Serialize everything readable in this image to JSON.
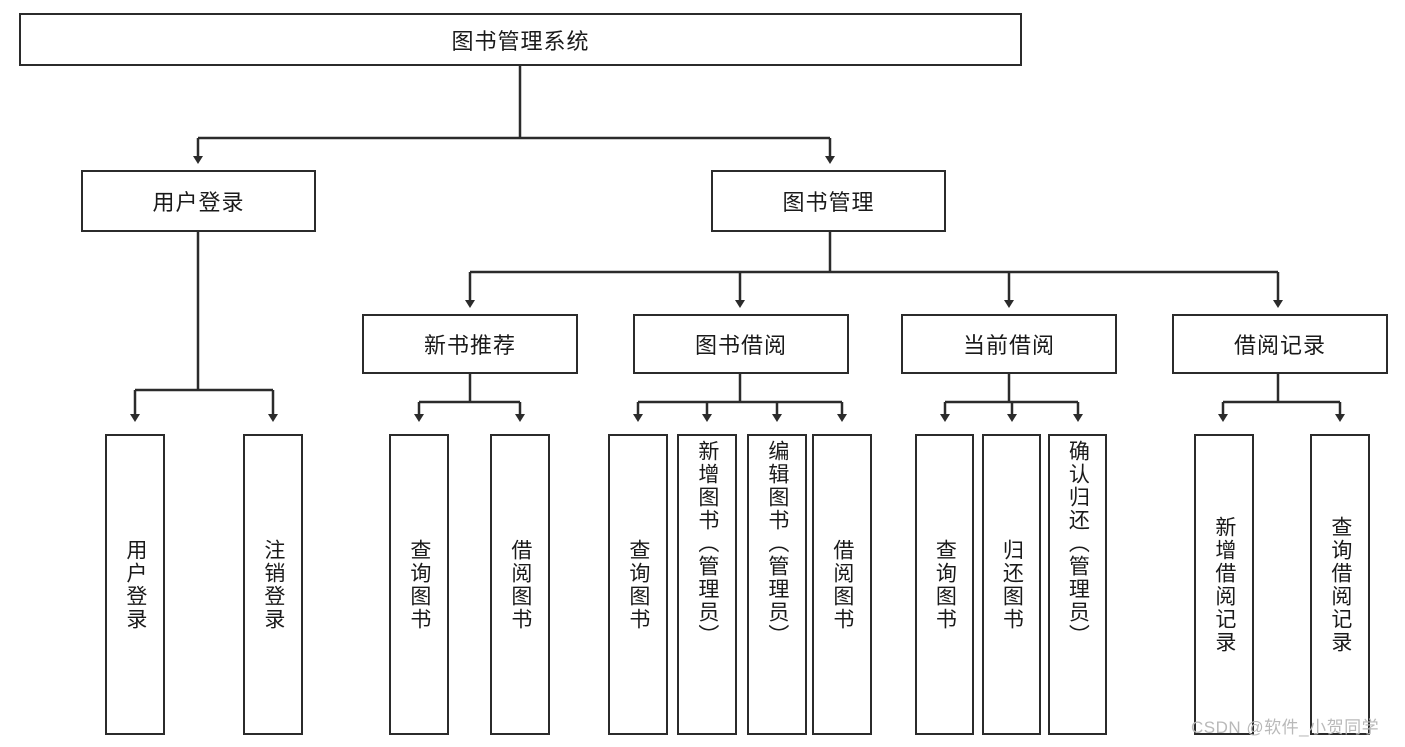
{
  "diagram": {
    "title_node": {
      "label": "图书管理系统"
    },
    "level2": [
      {
        "label": "用户登录"
      },
      {
        "label": "图书管理"
      }
    ],
    "level3": [
      {
        "label": "新书推荐"
      },
      {
        "label": "图书借阅"
      },
      {
        "label": "当前借阅"
      },
      {
        "label": "借阅记录"
      }
    ],
    "leaves": {
      "user_login": [
        {
          "label": "用户登录"
        },
        {
          "label": "注销登录"
        }
      ],
      "new_book_recommend": [
        {
          "label": "查询图书"
        },
        {
          "label": "借阅图书"
        }
      ],
      "book_borrow": [
        {
          "label": "查询图书"
        },
        {
          "label": "新增图书（管理员）"
        },
        {
          "label": "编辑图书（管理员）"
        },
        {
          "label": "借阅图书"
        }
      ],
      "current_borrow": [
        {
          "label": "查询图书"
        },
        {
          "label": "归还图书"
        },
        {
          "label": "确认归还（管理员）"
        }
      ],
      "borrow_record": [
        {
          "label": "新增借阅记录"
        },
        {
          "label": "查询借阅记录"
        }
      ]
    }
  },
  "watermark": {
    "text": "CSDN @软件_小贺同学"
  },
  "colors": {
    "stroke": "#2b2b2b",
    "fill": "#ffffff",
    "text": "#1a1a1a",
    "watermark": "#b9b9b9"
  }
}
